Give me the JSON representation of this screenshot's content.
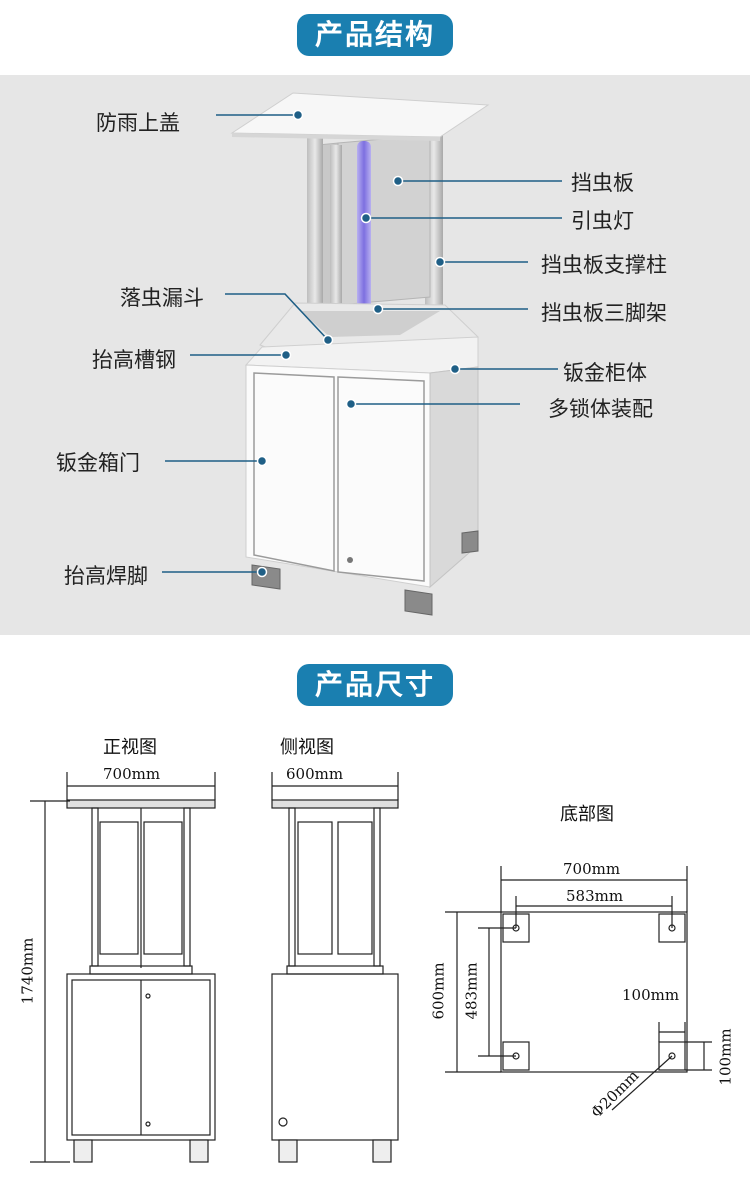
{
  "sections": {
    "structure_title": "产品结构",
    "dimensions_title": "产品尺寸"
  },
  "structure_labels": {
    "rain_cover": "防雨上盖",
    "baffle": "挡虫板",
    "lure_lamp": "引虫灯",
    "baffle_column": "挡虫板支撑柱",
    "funnel": "落虫漏斗",
    "baffle_tripod": "挡虫板三脚架",
    "raised_channel": "抬高槽钢",
    "cabinet": "钣金柜体",
    "multi_lock": "多锁体装配",
    "cabinet_door": "钣金箱门",
    "raised_feet": "抬高焊脚"
  },
  "views": {
    "front": "正视图",
    "side": "侧视图",
    "bottom": "底部图"
  },
  "dimensions": {
    "front_width": "700mm",
    "side_width": "600mm",
    "height": "1740mm",
    "bottom_width": "700mm",
    "bottom_hole_span": "583mm",
    "bottom_depth": "600mm",
    "bottom_hole_depth": "483mm",
    "foot_size_h": "100mm",
    "foot_size_v": "100mm",
    "hole_diameter": "Φ20mm"
  },
  "colors": {
    "accent": "#1a7fb0",
    "leader": "#1f5f86",
    "panel": "#e6e6e6",
    "lamp": "#8a7fe0"
  }
}
